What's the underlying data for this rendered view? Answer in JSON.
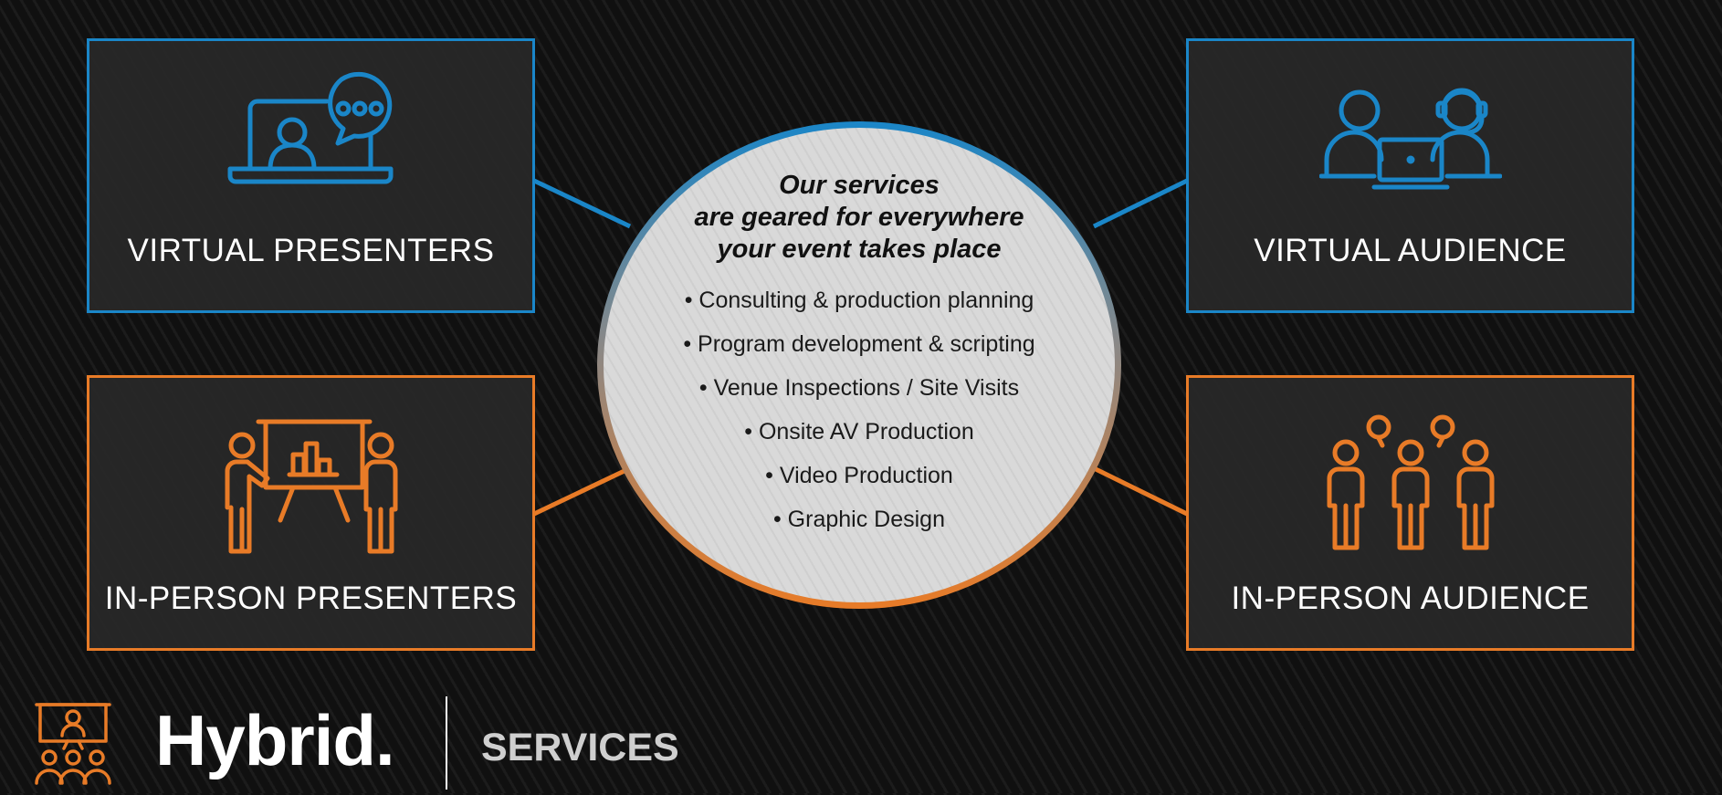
{
  "accent_colors": {
    "blue": "#1a86c8",
    "orange": "#e87b27"
  },
  "quadrants": {
    "virtual_presenters": {
      "label": "VIRTUAL PRESENTERS",
      "icon": "laptop-presenter-chat-icon"
    },
    "virtual_audience": {
      "label": "VIRTUAL AUDIENCE",
      "icon": "people-laptop-headset-icon"
    },
    "in_person_presenters": {
      "label": "IN-PERSON PRESENTERS",
      "icon": "presenters-whiteboard-icon"
    },
    "in_person_audience": {
      "label": "IN-PERSON AUDIENCE",
      "icon": "audience-group-icon"
    }
  },
  "center": {
    "headline_lines": [
      "Our services",
      "are geared for everywhere",
      "your event takes place"
    ],
    "services": [
      "• Consulting & production planning",
      "• Program development & scripting",
      "• Venue Inspections / Site Visits",
      "• Onsite AV Production",
      "• Video Production",
      "• Graphic Design"
    ]
  },
  "brand": {
    "word": "Hybrid.",
    "tagline": "SERVICES",
    "logo_icon": "hybrid-presentation-logo-icon"
  }
}
